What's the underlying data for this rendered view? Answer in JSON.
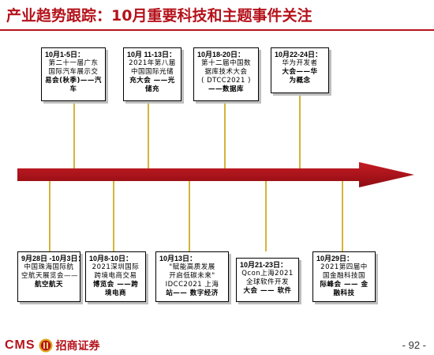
{
  "title": "产业趋势跟踪：10月重要科技和主题事件关注",
  "colors": {
    "accent": "#b5121b",
    "connector": "#d4b43a"
  },
  "events_top": [
    {
      "date": "10月1-5日：",
      "lines": [
        "第二十一届广东",
        "国际汽车展示交",
        "易会(秋季)——汽",
        "车"
      ]
    },
    {
      "date": "10月 11-13日：",
      "lines": [
        "2021年第八届",
        "中国国际光储",
        "充大会 ——光",
        "储充"
      ]
    },
    {
      "date": "10月18-20日：",
      "lines": [
        "第十二届中国数",
        "据库技术大会",
        "( DTCC2021 )",
        "——数据库"
      ]
    },
    {
      "date": "10月22-24日：",
      "lines": [
        "华为开发者",
        "大会——华",
        "为概念"
      ]
    }
  ],
  "events_bottom": [
    {
      "date": "9月28日 -10月3日：",
      "lines": [
        "中国珠海国际航",
        "空航天展览会——",
        "航空航天"
      ]
    },
    {
      "date": "10月8-10日：",
      "lines": [
        "2021深圳国际",
        "跨境电商交易",
        "博览会 ——跨",
        "境电商"
      ]
    },
    {
      "date": "10月13日：",
      "lines": [
        "\"赋能高质发展",
        "开启低碳未来\"",
        "IDCC2021 上海",
        "站—— 数字经济"
      ]
    },
    {
      "date": "10月21-23日：",
      "lines": [
        "Qcon上海2021",
        "全球软件开发",
        "大会 —— 软件"
      ]
    },
    {
      "date": "10月29日：",
      "lines": [
        "2021第四届中",
        "国金融科技国",
        "际峰会 —— 金",
        "融科技"
      ]
    }
  ],
  "footer": {
    "logo_latin": "CMS",
    "logo_cn": "招商证券",
    "page": "- 92 -"
  }
}
